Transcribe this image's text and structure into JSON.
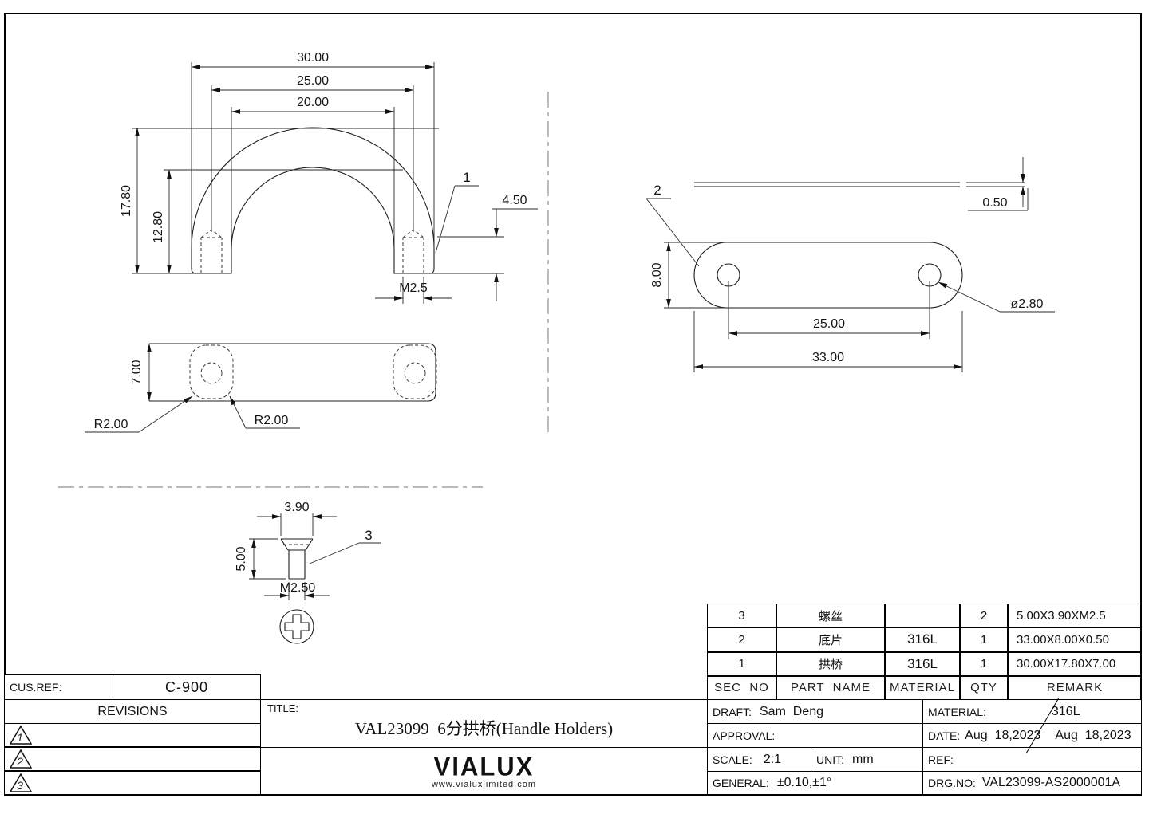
{
  "sheet": {
    "cus_ref_label": "CUS.REF:",
    "cus_ref_value": "C-900",
    "revisions_label": "REVISIONS",
    "revision_markers": [
      "1",
      "2",
      "3"
    ]
  },
  "title_block": {
    "title_label": "TITLE:",
    "title": "VAL23099  6分拱桥(Handle Holders)",
    "draft_label": "DRAFT:",
    "draft_value": "Sam  Deng",
    "approval_label": "APPROVAL:",
    "scale_label": "SCALE:",
    "scale_value": "2:1",
    "unit_label": "UNIT:",
    "unit_value": "mm",
    "general_label": "GENERAL:",
    "general_value": "±0.10,±1°",
    "material_label": "MATERIAL:",
    "material_value": "316L",
    "date_label": "DATE:",
    "date_value_1": "Aug  18,2023",
    "date_value_2": "Aug  18,2023",
    "ref_label": "REF:",
    "drg_no_label": "DRG.NO:",
    "drg_no_value": "VAL23099-AS2000001A"
  },
  "logo": {
    "text": "VIALUX",
    "website": "www.vialuxlimited.com"
  },
  "parts_table": {
    "headers": [
      "SEC  NO",
      "PART  NAME",
      "MATERIAL",
      "QTY",
      "REMARK"
    ],
    "rows": [
      {
        "sec_no": "3",
        "part_name": "螺丝",
        "material": "",
        "qty": "2",
        "remark": "5.00X3.90XM2.5"
      },
      {
        "sec_no": "2",
        "part_name": "底片",
        "material": "316L",
        "qty": "1",
        "remark": "33.00X8.00X0.50"
      },
      {
        "sec_no": "1",
        "part_name": "拱桥",
        "material": "316L",
        "qty": "1",
        "remark": "30.00X17.80X7.00"
      }
    ]
  },
  "views": {
    "arch_front": {
      "balloon": "1",
      "dims": {
        "d30": "30.00",
        "d25": "25.00",
        "d20": "20.00",
        "d17_8": "17.80",
        "d12_8": "12.80",
        "d4_5": "4.50",
        "m2_5": "M2.5"
      }
    },
    "arch_top": {
      "dims": {
        "d7": "7.00",
        "r2_left": "R2.00",
        "r2_right": "R2.00"
      }
    },
    "plate": {
      "balloon": "2",
      "dims": {
        "d0_5": "0.50",
        "d8": "8.00",
        "d25": "25.00",
        "d33": "33.00",
        "dia": "ø2.80"
      }
    },
    "screw": {
      "balloon": "3",
      "dims": {
        "d3_9": "3.90",
        "d5": "5.00",
        "m2_50": "M2.50"
      }
    }
  }
}
